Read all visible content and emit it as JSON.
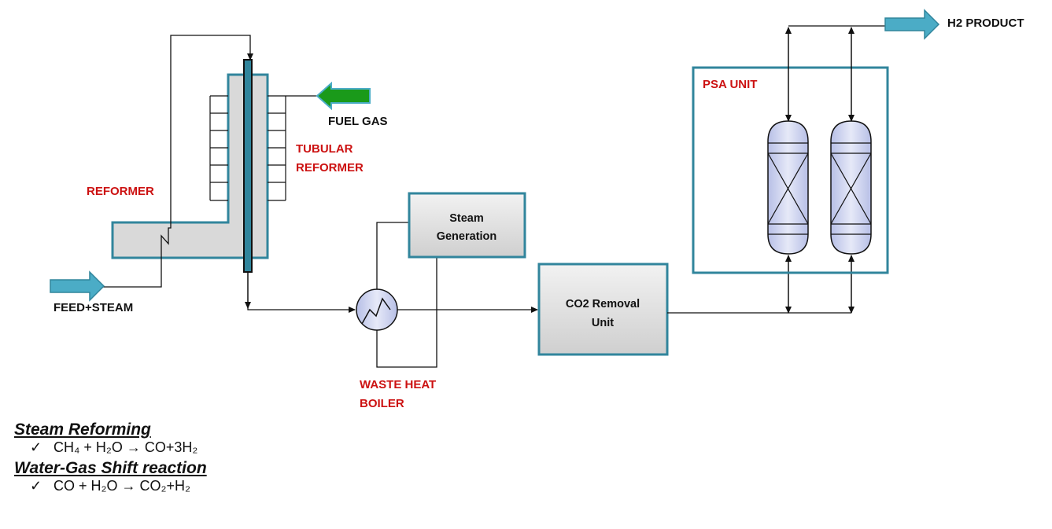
{
  "labels": {
    "reformer": "REFORMER",
    "tubular_reformer_1": "TUBULAR",
    "tubular_reformer_2": "REFORMER",
    "fuel_gas": "FUEL GAS",
    "feed_steam": "FEED+STEAM",
    "waste_heat_1": "WASTE HEAT",
    "waste_heat_2": "BOILER",
    "psa_unit": "PSA UNIT",
    "h2_product": "H2 PRODUCT"
  },
  "boxes": {
    "steam_generation_1": "Steam",
    "steam_generation_2": "Generation",
    "co2_removal_1": "CO2 Removal",
    "co2_removal_2": "Unit"
  },
  "reactions": {
    "steam_reforming_title": "Steam Reforming",
    "steam_reforming_eq": "CH₄ + H₂O → CO+3H₂",
    "wgs_title": "Water-Gas Shift reaction",
    "wgs_eq": "CO + H₂O → CO₂+H₂",
    "check_symbol": "✓"
  },
  "colors": {
    "box_border": "#31859c",
    "box_fill": "#d9d9d9",
    "arrow_blue": "#4bacc6",
    "arrow_green": "#1a9a1a",
    "label_red": "#cc1111",
    "vessel_fill": "#d7dcf2"
  }
}
